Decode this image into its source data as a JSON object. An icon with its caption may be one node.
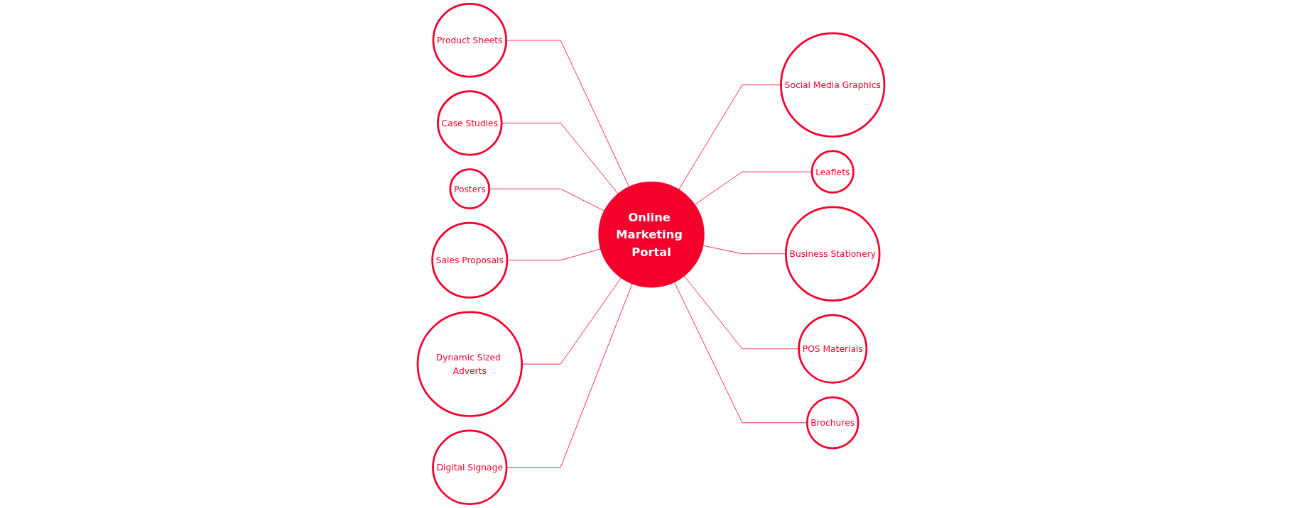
{
  "diagram": {
    "nodes": [
      {
        "text": [
          "Product Sheets"
        ]
      },
      {
        "text": [
          "Case Studies"
        ]
      },
      {
        "text": [
          "Social Media Graphics"
        ]
      },
      {
        "text": [
          "Leaflets"
        ]
      },
      {
        "text": [
          "Posters"
        ]
      },
      {
        "text": [
          "Online Marketing Portal"
        ]
      },
      {
        "text": [
          "Business Stationery"
        ]
      },
      {
        "text": [
          "Sales Proposals"
        ]
      },
      {
        "text": [
          "Dynamic Sized Adverts"
        ]
      },
      {
        "text": [
          "Digital Signage"
        ]
      },
      {
        "text": [
          "POS Materials"
        ]
      },
      {
        "text": [
          "Brochures"
        ]
      }
    ],
    "edges": [
      {
        "from": 0,
        "to": 5,
        "arrow": "none"
      },
      {
        "from": 1,
        "to": 5,
        "arrow": "none"
      },
      {
        "from": 5,
        "to": 2,
        "arrow": "none"
      },
      {
        "from": 5,
        "to": 3,
        "arrow": "none"
      },
      {
        "from": 4,
        "to": 5,
        "arrow": "none"
      },
      {
        "from": 5,
        "to": 6,
        "arrow": "none"
      },
      {
        "from": 7,
        "to": 5,
        "arrow": "none"
      },
      {
        "from": 8,
        "to": 5,
        "arrow": "none"
      },
      {
        "from": 9,
        "to": 5,
        "arrow": "none"
      },
      {
        "from": 5,
        "to": 10,
        "arrow": "none"
      },
      {
        "from": 5,
        "to": 11,
        "arrow": "none"
      }
    ]
  }
}
